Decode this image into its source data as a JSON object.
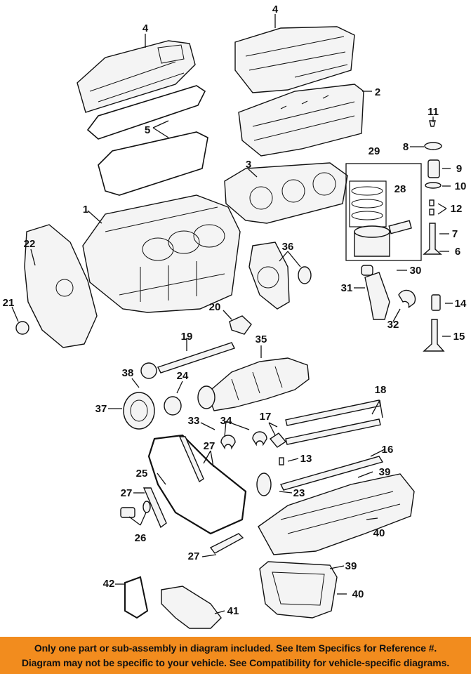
{
  "callouts": [
    "4",
    "4",
    "2",
    "5",
    "11",
    "8",
    "9",
    "29",
    "10",
    "28",
    "3",
    "12",
    "7",
    "6",
    "1",
    "22",
    "36",
    "30",
    "31",
    "14",
    "21",
    "20",
    "32",
    "15",
    "19",
    "35",
    "38",
    "24",
    "18",
    "37",
    "33",
    "34",
    "17",
    "27",
    "16",
    "13",
    "25",
    "39",
    "27",
    "23",
    "26",
    "40",
    "27",
    "39",
    "42",
    "40",
    "41"
  ],
  "footer": {
    "line1": "Only one part or sub-assembly in diagram included. See Item Specifics for Reference #.",
    "line2": "Diagram may not be specific to your vehicle. See Compatibility for vehicle-specific diagrams."
  }
}
